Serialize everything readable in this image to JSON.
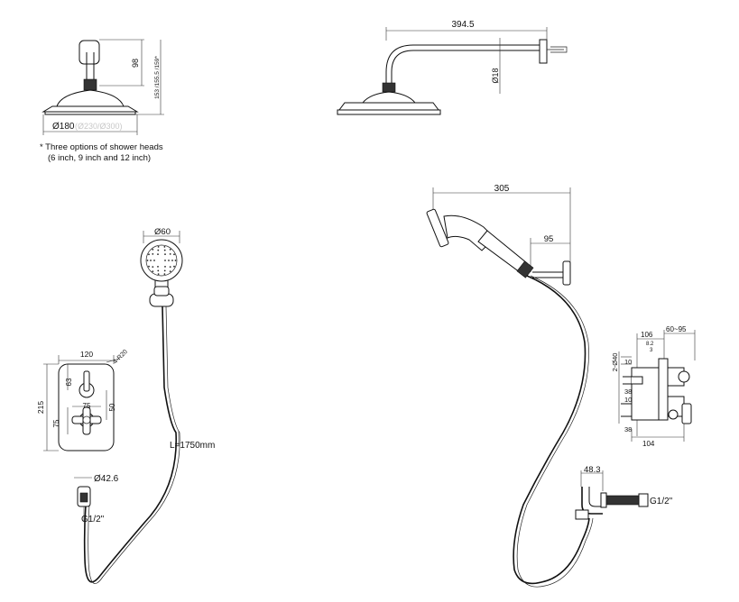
{
  "dimensions": {
    "head_dia": "Ø180",
    "head_dia_options": "(Ø230/Ø300)",
    "arm_drop": "98",
    "height_options": "153 /155.5 /159*",
    "arm_length": "394.5",
    "arm_dia": "Ø18",
    "handset_dia": "Ø60",
    "plate_width": "120",
    "plate_height": "215",
    "corner_radius": "4-R20",
    "handle_offset_top": "63",
    "handle_offset_bottom": "75",
    "handle_span": "50",
    "handle_width": "75",
    "hose_length": "L=1750mm",
    "outlet_dia": "Ø42.6",
    "thread_left": "G1/2\"",
    "handset_reach": "305",
    "bracket_reach": "95",
    "valve_depth": "106",
    "valve_adjust": "60~95",
    "pipe_dia": "2-Ø40",
    "valve_a": "8.2",
    "valve_b": "3",
    "valve_c": "10",
    "valve_d": "38",
    "valve_e": "10",
    "valve_f": "38",
    "valve_total": "104",
    "outlet_offset": "48.3",
    "thread_right": "G1/2\""
  },
  "note": {
    "line1": "* Three options of shower heads",
    "line2": "(6 inch, 9 inch and 12 inch)"
  }
}
